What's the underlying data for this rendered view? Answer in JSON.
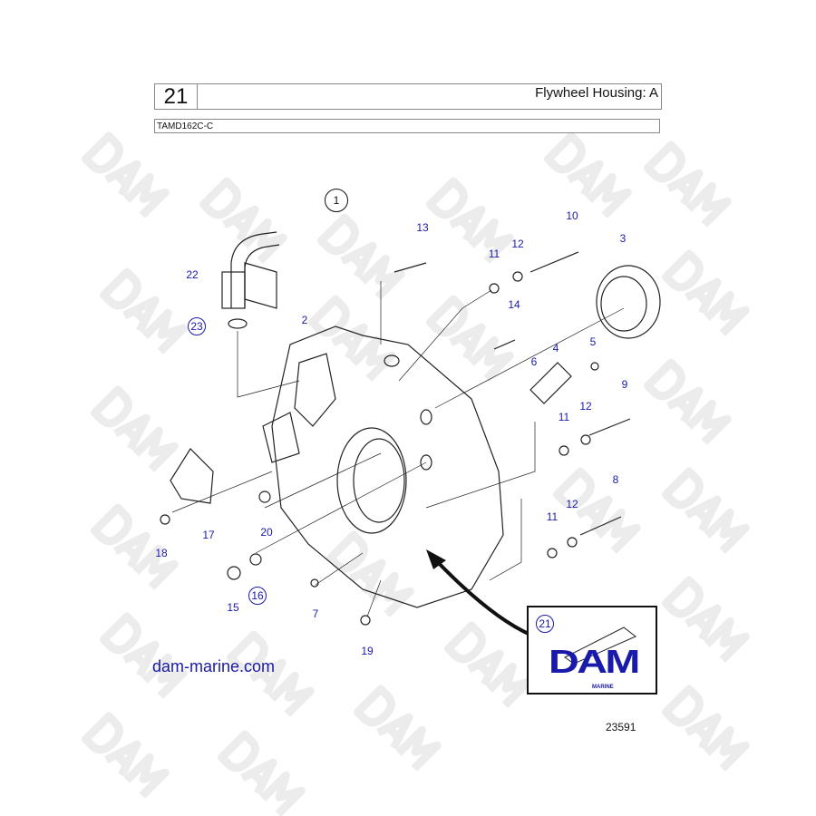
{
  "header": {
    "page_number": "21",
    "title": "Flywheel Housing: A",
    "model": "TAMD162C-C"
  },
  "watermark": "DAM",
  "callouts": [
    "1",
    "13",
    "10",
    "11",
    "12",
    "3",
    "22",
    "23",
    "2",
    "14",
    "4",
    "5",
    "6",
    "9",
    "11",
    "12",
    "8",
    "12",
    "11",
    "17",
    "20",
    "18",
    "15",
    "16",
    "7",
    "19"
  ],
  "inset": {
    "callout": "21",
    "logo_text": "DAM",
    "logo_subtext": "MARINE"
  },
  "footer": {
    "website": "dam-marine.com",
    "drawing_number": "23591"
  },
  "colors": {
    "callout": "#1a1aa8",
    "logo": "#1a1aaa"
  }
}
